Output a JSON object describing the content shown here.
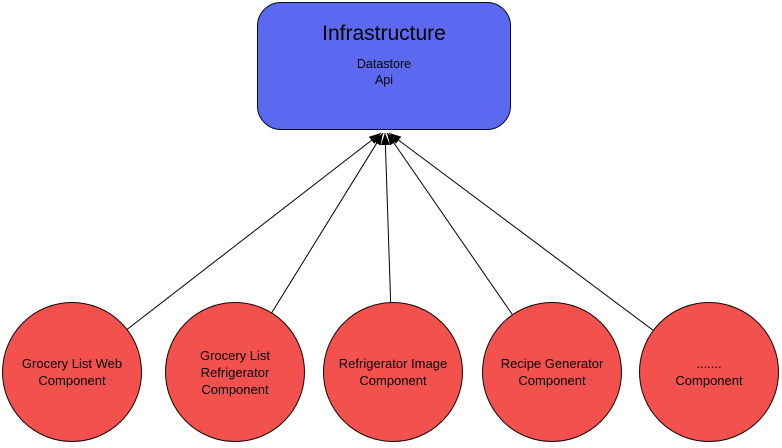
{
  "infrastructure": {
    "title": "Infrastructure",
    "sublabel": "Datastore\nApi"
  },
  "components": [
    {
      "label": "Grocery List Web\nComponent"
    },
    {
      "label": "Grocery List\nRefrigerator\nComponent"
    },
    {
      "label": "Refrigerator Image\nComponent"
    },
    {
      "label": "Recipe Generator\nComponent"
    },
    {
      "label": ".......\nComponent"
    }
  ],
  "colors": {
    "infrastructure_fill": "#5B69F0",
    "component_fill": "#F2514D",
    "connector": "#000000"
  }
}
